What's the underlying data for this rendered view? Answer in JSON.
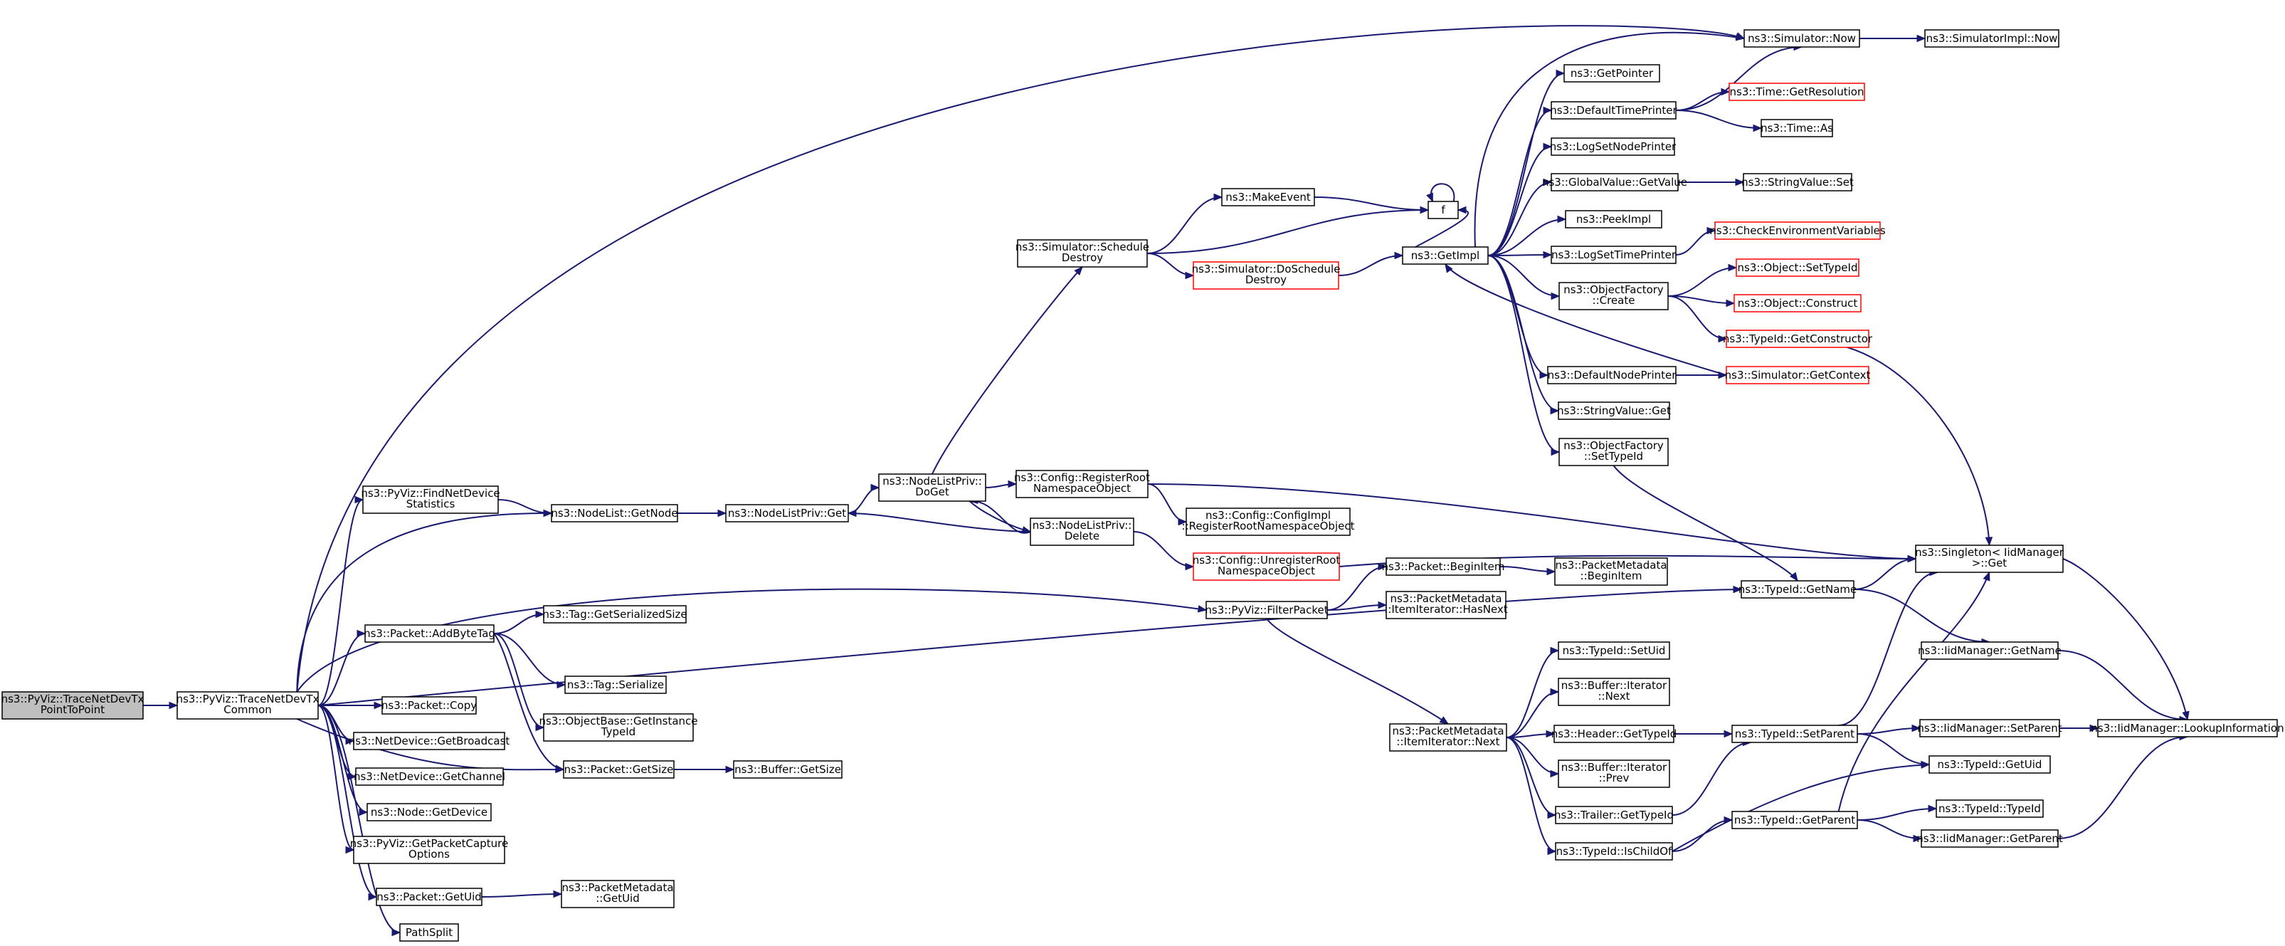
{
  "colors": {
    "background": "#ffffff",
    "edge": "#191970",
    "node_border": "#000000",
    "node_border_incomplete": "#ff0000",
    "root_fill": "#bfbfbf",
    "node_fill": "#ffffff"
  },
  "nodes": {
    "root": [
      "ns3::PyViz::TraceNetDevTx",
      "PointToPoint"
    ],
    "trace_common": [
      "ns3::PyViz::TraceNetDevTx",
      "Common"
    ],
    "find_stats": [
      "ns3::PyViz::FindNetDevice",
      "Statistics"
    ],
    "add_byte_tag": [
      "ns3::Packet::AddByteTag"
    ],
    "pkt_copy": [
      "ns3::Packet::Copy"
    ],
    "get_broadcast": [
      "ns3::NetDevice::GetBroadcast"
    ],
    "get_channel": [
      "ns3::NetDevice::GetChannel"
    ],
    "node_get_device": [
      "ns3::Node::GetDevice"
    ],
    "capture_opts": [
      "ns3::PyViz::GetPacketCapture",
      "Options"
    ],
    "pkt_get_uid": [
      "ns3::Packet::GetUid"
    ],
    "path_split": [
      "PathSplit"
    ],
    "nodelist_get_node": [
      "ns3::NodeList::GetNode"
    ],
    "tag_ser_size": [
      "ns3::Tag::GetSerializedSize"
    ],
    "tag_serialize": [
      "ns3::Tag::Serialize"
    ],
    "objbase_instance": [
      "ns3::ObjectBase::GetInstance",
      "TypeId"
    ],
    "pkt_get_size": [
      "ns3::Packet::GetSize"
    ],
    "meta_get_uid": [
      "ns3::PacketMetadata",
      "::GetUid"
    ],
    "buf_get_size": [
      "ns3::Buffer::GetSize"
    ],
    "nlp_get": [
      "ns3::NodeListPriv::Get"
    ],
    "nlp_doget": [
      "ns3::NodeListPriv::",
      "DoGet"
    ],
    "nlp_delete": [
      "ns3::NodeListPriv::",
      "Delete"
    ],
    "cfg_register": [
      "ns3::Config::RegisterRoot",
      "NamespaceObject"
    ],
    "cfg_impl_register": [
      "ns3::Config::ConfigImpl",
      "::RegisterRootNamespaceObject"
    ],
    "cfg_unregister": [
      "ns3::Config::UnregisterRoot",
      "NamespaceObject"
    ],
    "sim_schedule_destroy": [
      "ns3::Simulator::Schedule",
      "Destroy"
    ],
    "make_event": [
      "ns3::MakeEvent"
    ],
    "sim_do_schedule_destroy": [
      "ns3::Simulator::DoSchedule",
      "Destroy"
    ],
    "f": [
      "f"
    ],
    "pyviz_filter": [
      "ns3::PyViz::FilterPacket"
    ],
    "pkt_begin_item": [
      "ns3::Packet::BeginItem"
    ],
    "meta_iter_hasnext": [
      "ns3::PacketMetadata",
      "::ItemIterator::HasNext"
    ],
    "meta_begin_item": [
      "ns3::PacketMetadata",
      "::BeginItem"
    ],
    "meta_iter_next": [
      "ns3::PacketMetadata",
      "::ItemIterator::Next"
    ],
    "get_impl": [
      "ns3::GetImpl"
    ],
    "get_pointer": [
      "ns3::GetPointer"
    ],
    "default_time_printer": [
      "ns3::DefaultTimePrinter"
    ],
    "log_set_node_printer": [
      "ns3::LogSetNodePrinter"
    ],
    "global_get_value": [
      "ns3::GlobalValue::GetValue"
    ],
    "peek_impl": [
      "ns3::PeekImpl"
    ],
    "log_set_time_printer": [
      "ns3::LogSetTimePrinter"
    ],
    "objfactory_create": [
      "ns3::ObjectFactory",
      "::Create"
    ],
    "default_node_printer": [
      "ns3::DefaultNodePrinter"
    ],
    "stringvalue_get": [
      "ns3::StringValue::Get"
    ],
    "objfactory_settypeid": [
      "ns3::ObjectFactory",
      "::SetTypeId"
    ],
    "sim_now": [
      "ns3::Simulator::Now"
    ],
    "simimpl_now": [
      "ns3::SimulatorImpl::Now"
    ],
    "time_get_resolution": [
      "ns3::Time::GetResolution"
    ],
    "time_as": [
      "ns3::Time::As"
    ],
    "stringvalue_set": [
      "ns3::StringValue::Set"
    ],
    "check_env_vars": [
      "ns3::CheckEnvironmentVariables"
    ],
    "object_settypeid": [
      "ns3::Object::SetTypeId"
    ],
    "object_construct": [
      "ns3::Object::Construct"
    ],
    "typeid_get_constructor": [
      "ns3::TypeId::GetConstructor"
    ],
    "sim_get_context": [
      "ns3::Simulator::GetContext"
    ],
    "singleton_get": [
      "ns3::Singleton< IidManager",
      ">::Get"
    ],
    "typeid_getname": [
      "ns3::TypeId::GetName"
    ],
    "iid_getname": [
      "ns3::IidManager::GetName"
    ],
    "iid_lookup": [
      "ns3::IidManager::LookupInformation"
    ],
    "typeid_setuid": [
      "ns3::TypeId::SetUid"
    ],
    "buf_iter_next": [
      "ns3::Buffer::Iterator",
      "::Next"
    ],
    "header_gettypeid": [
      "ns3::Header::GetTypeId"
    ],
    "buf_iter_prev": [
      "ns3::Buffer::Iterator",
      "::Prev"
    ],
    "trailer_gettypeid": [
      "ns3::Trailer::GetTypeId"
    ],
    "typeid_ischildof": [
      "ns3::TypeId::IsChildOf"
    ],
    "typeid_setparent": [
      "ns3::TypeId::SetParent"
    ],
    "iid_setparent": [
      "ns3::IidManager::SetParent"
    ],
    "typeid_getuid": [
      "ns3::TypeId::GetUid"
    ],
    "typeid_getparent": [
      "ns3::TypeId::GetParent"
    ],
    "typeid_typeid": [
      "ns3::TypeId::TypeId"
    ],
    "iid_getparent": [
      "ns3::IidManager::GetParent"
    ]
  }
}
